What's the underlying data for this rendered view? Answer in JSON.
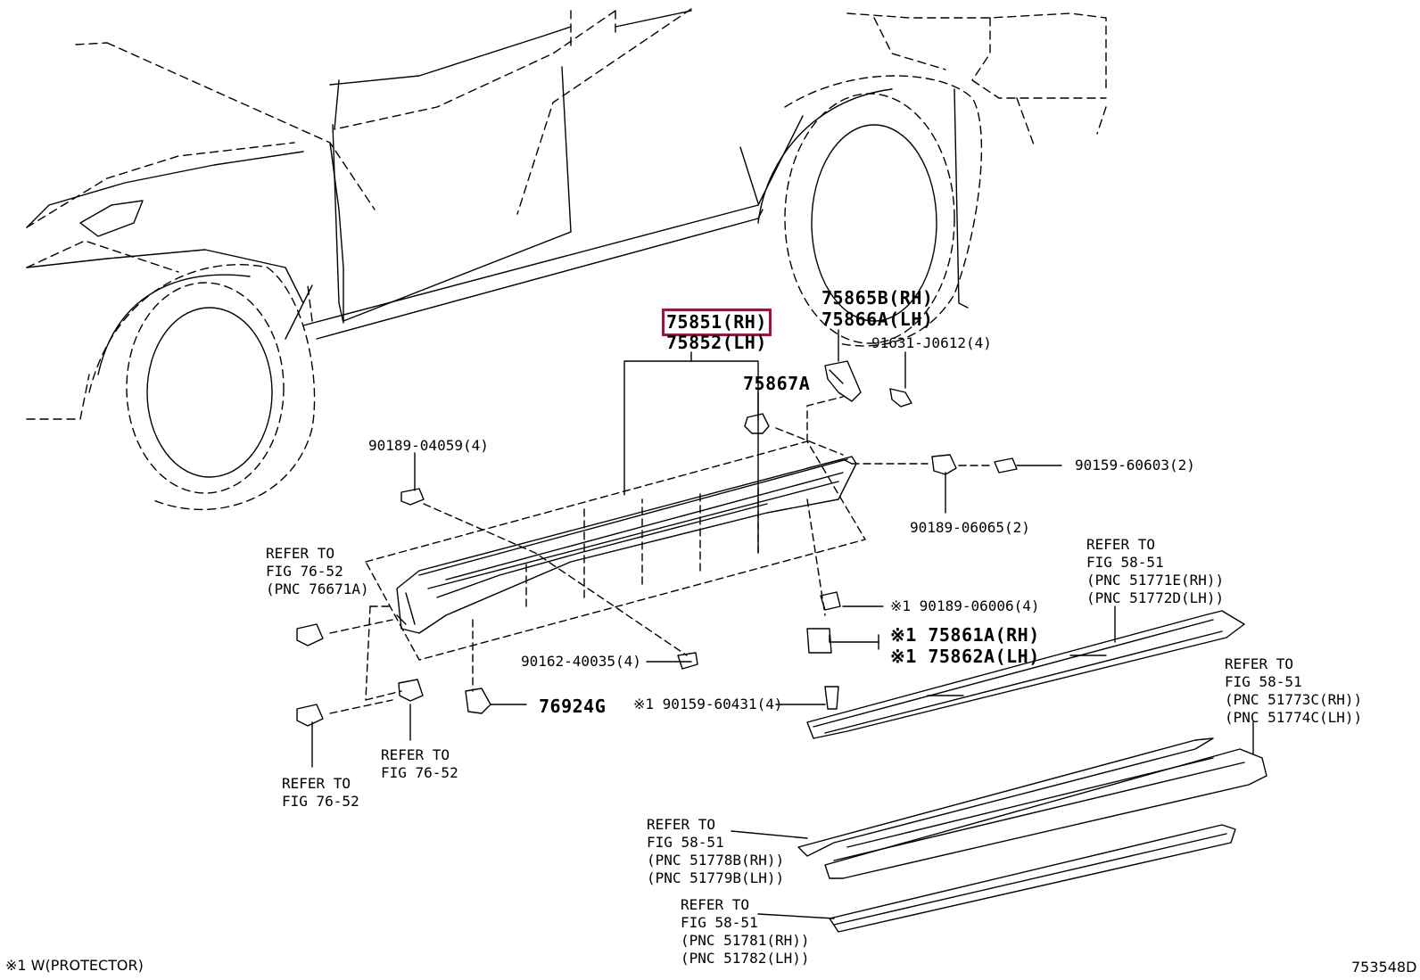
{
  "labels": {
    "p75851": "75851(RH)",
    "p75852": "75852(LH)",
    "p75865b": "75865B(RH)",
    "p75866a": "75866A(LH)",
    "p91631": "91631-J0612(4)",
    "p75867a": "75867A",
    "p90189_04059": "90189-04059(4)",
    "p90159_60603": "90159-60603(2)",
    "p90189_06065": "90189-06065(2)",
    "ref_76671": "REFER TO\nFIG 76-52\n(PNC 76671A)",
    "ref_5177x": "REFER TO\nFIG 58-51\n(PNC 51771E(RH))\n(PNC 51772D(LH))",
    "p90189_06006": "※1 90189-06006(4)",
    "p75861a": "※1 75861A(RH)",
    "p75862a": "※1 75862A(LH)",
    "ref_5177c": "REFER TO\nFIG 58-51\n(PNC 51773C(RH))\n(PNC 51774C(LH))",
    "p90162": "90162-40035(4)",
    "p76924g": "76924G",
    "p90159_60431": "※1 90159-60431(4)",
    "ref_7652_a": "REFER TO\nFIG 76-52",
    "ref_7652_b": "REFER TO\nFIG 76-52",
    "ref_5177b": "REFER TO\nFIG 58-51\n(PNC 51778B(RH))\n(PNC 51779B(LH))",
    "ref_5178": "REFER TO\nFIG 58-51\n(PNC 51781(RH))\n(PNC 51782(LH))"
  },
  "footnote": "※1 W(PROTECTOR)",
  "figure_id": "753548D",
  "colors": {
    "highlight": "#a0143c",
    "line": "#000000"
  }
}
